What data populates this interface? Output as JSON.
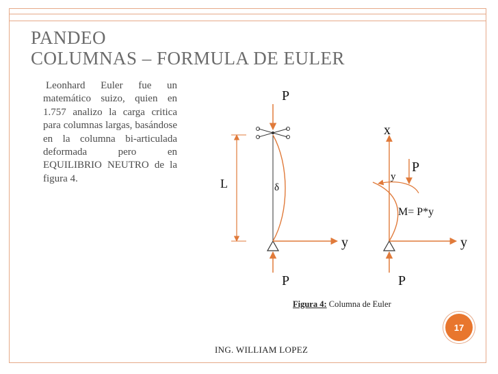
{
  "slide": {
    "title_line1": "PANDEO",
    "title_line2": "COLUMNAS – FORMULA DE EULER",
    "body": "Leonhard Euler fue un matemático suizo, quien en 1.757 analizo la carga critica para columnas largas, basándose en la columna bi-articulada deformada pero en EQUILIBRIO NEUTRO de la figura 4.",
    "page_number": "17",
    "footer": "ING. WILLIAM LOPEZ"
  },
  "figure": {
    "caption_label": "Figura 4:",
    "caption_text": "Columna de Euler",
    "left": {
      "top_load": "P",
      "bottom_load": "P",
      "length": "L",
      "deflection": "δ",
      "axis_y": "y"
    },
    "right": {
      "axis_x": "x",
      "load": "P",
      "offset": "y",
      "moment": "M= P*y",
      "axis_y": "y",
      "bottom_load": "P"
    }
  },
  "colors": {
    "accent": "#e8762e",
    "frame": "#e6a988",
    "diagram_line": "#e07a3a",
    "title": "#6b6b6b"
  }
}
